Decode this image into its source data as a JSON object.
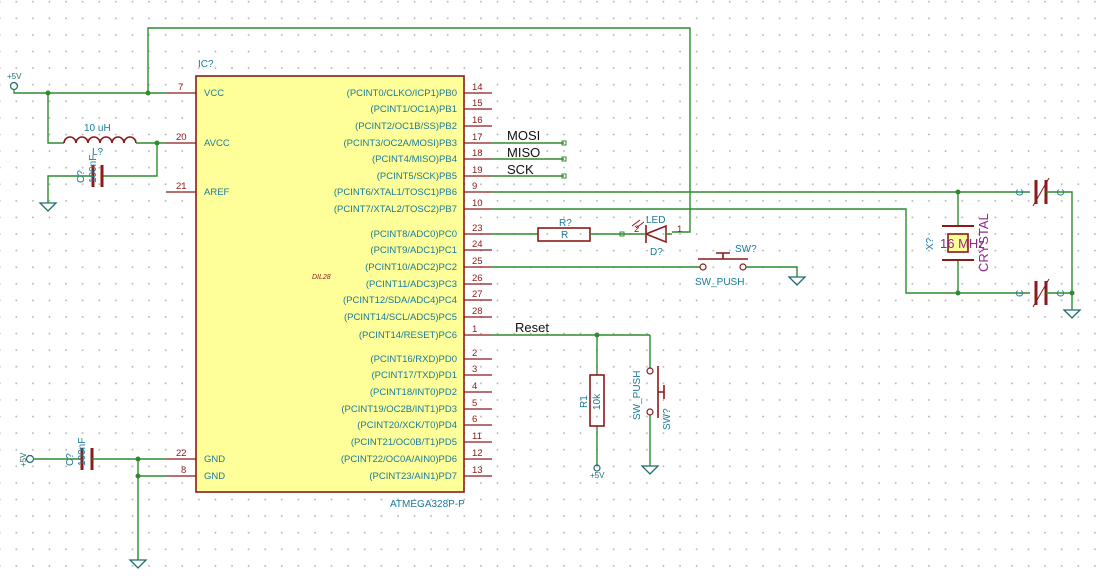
{
  "ic": {
    "ref": "IC?",
    "value": "ATMEGA328P-P",
    "package": "DIL28",
    "left_pins": [
      {
        "num": "7",
        "name": "VCC"
      },
      {
        "num": "20",
        "name": "AVCC"
      },
      {
        "num": "21",
        "name": "AREF"
      },
      {
        "num": "22",
        "name": "GND"
      },
      {
        "num": "8",
        "name": "GND"
      }
    ],
    "right_pins": [
      {
        "num": "14",
        "name": "(PCINT0/CLKO/ICP1)PB0"
      },
      {
        "num": "15",
        "name": "(PCINT1/OC1A)PB1"
      },
      {
        "num": "16",
        "name": "(PCINT2/OC1B/SS)PB2"
      },
      {
        "num": "17",
        "name": "(PCINT3/OC2A/MOSI)PB3"
      },
      {
        "num": "18",
        "name": "(PCINT4/MISO)PB4"
      },
      {
        "num": "19",
        "name": "(PCINT5/SCK)PB5"
      },
      {
        "num": "9",
        "name": "(PCINT6/XTAL1/TOSC1)PB6"
      },
      {
        "num": "10",
        "name": "(PCINT7/XTAL2/TOSC2)PB7"
      },
      {
        "num": "23",
        "name": "(PCINT8/ADC0)PC0"
      },
      {
        "num": "24",
        "name": "(PCINT9/ADC1)PC1"
      },
      {
        "num": "25",
        "name": "(PCINT10/ADC2)PC2"
      },
      {
        "num": "26",
        "name": "(PCINT11/ADC3)PC3"
      },
      {
        "num": "27",
        "name": "(PCINT12/SDA/ADC4)PC4"
      },
      {
        "num": "28",
        "name": "(PCINT14/SCL/ADC5)PC5"
      },
      {
        "num": "1",
        "name": "(PCINT14/RESET)PC6"
      },
      {
        "num": "2",
        "name": "(PCINT16/RXD)PD0"
      },
      {
        "num": "3",
        "name": "(PCINT17/TXD)PD1"
      },
      {
        "num": "4",
        "name": "(PCINT18/INT0)PD2"
      },
      {
        "num": "5",
        "name": "(PCINT19/OC2B/INT1)PD3"
      },
      {
        "num": "6",
        "name": "(PCINT20/XCK/T0)PD4"
      },
      {
        "num": "11",
        "name": "(PCINT21/OC0B/T1)PD5"
      },
      {
        "num": "12",
        "name": "(PCINT22/OC0A/AIN0)PD6"
      },
      {
        "num": "13",
        "name": "(PCINT23/AIN1)PD7"
      }
    ]
  },
  "nets": {
    "mosi": "MOSI",
    "miso": "MISO",
    "sck": "SCK",
    "reset": "Reset"
  },
  "power": {
    "vcc_label": "+5V"
  },
  "components": {
    "inductor": {
      "ref": "L?",
      "value": "10 uH"
    },
    "cap_avcc": {
      "ref": "C?",
      "value": "100nF"
    },
    "cap_gnd": {
      "ref": "C?",
      "value": "100nF"
    },
    "resistor_led": {
      "ref": "R?",
      "value": "R"
    },
    "led": {
      "ref": "D?",
      "value": "LED",
      "pin1": "1",
      "pin2": "2"
    },
    "switch_pc2": {
      "ref": "SW?",
      "value": "SW_PUSH"
    },
    "resistor_reset": {
      "ref": "R1",
      "value": "10k"
    },
    "switch_reset": {
      "ref": "SW?",
      "value": "SW_PUSH"
    },
    "crystal": {
      "ref": "X?",
      "value": "16 MHz",
      "type": "CRYSTAL"
    },
    "cap_xtal1": {
      "ref": "C",
      "value": "C"
    },
    "cap_xtal2": {
      "ref": "C",
      "value": "C"
    }
  },
  "colors": {
    "wire": "#2e8b2e",
    "component_body": "#8b1a1a",
    "ic_fill": "#ffff99",
    "label_text": "#1a7a9a",
    "crystal_text": "#8b2a8b"
  }
}
